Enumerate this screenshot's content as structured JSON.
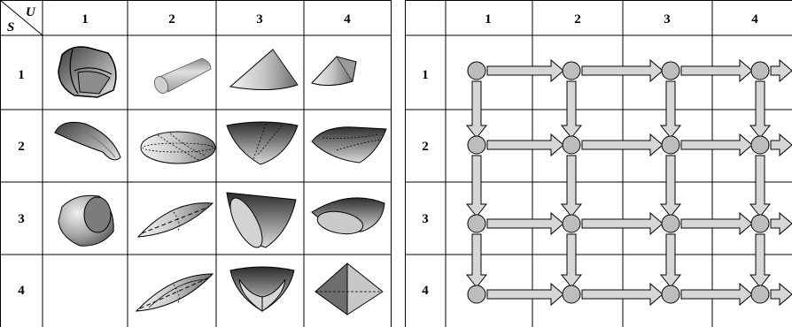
{
  "left_table": {
    "corner": {
      "row_symbol": "S",
      "col_symbol": "U"
    },
    "col_headers": [
      "1",
      "2",
      "3",
      "4"
    ],
    "row_headers": [
      "1",
      "2",
      "3",
      "4"
    ],
    "cells": [
      [
        "curved-trihedral-body",
        "cylinder-segment",
        "cone",
        "small-cone"
      ],
      [
        "twisted-lens-body",
        "ellipsoid-lens",
        "cone-patch-shell",
        "pillow-shell"
      ],
      [
        "sphere-cut-body",
        "spindle-lens",
        "curved-half-shell",
        "flat-lens-shell"
      ],
      [
        "",
        "double-spindle",
        "three-lobed-shell",
        "tetrahedron"
      ]
    ]
  },
  "right_table": {
    "col_headers": [
      "1",
      "2",
      "3",
      "4"
    ],
    "row_headers": [
      "1",
      "2",
      "3",
      "4"
    ],
    "node_color": "#bdbdbd",
    "arrow_color": "#d6d6d6"
  }
}
